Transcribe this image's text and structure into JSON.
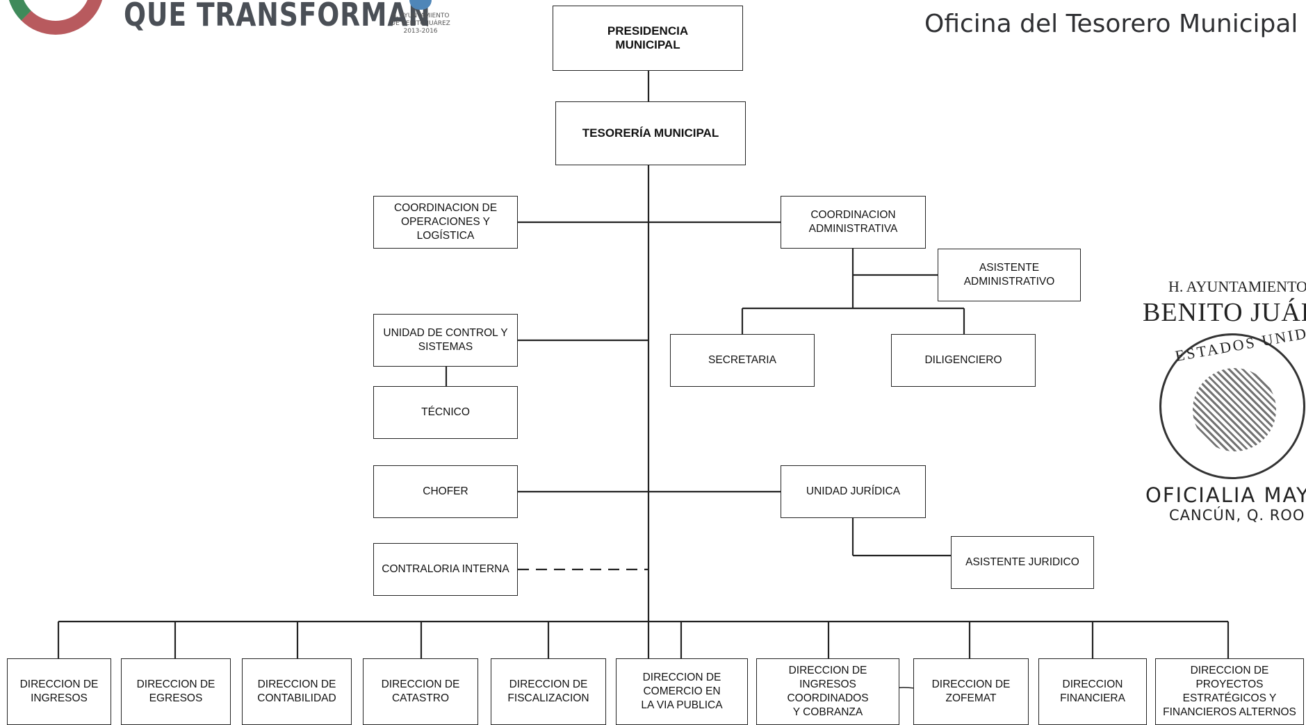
{
  "header": {
    "logo_text": "QUE TRANSFORMAN",
    "ayuntamiento_small": [
      "H. AYUNTAMIENTO",
      "DE BENITO JUÁREZ",
      "2013-2016"
    ],
    "title": "Oficina del Tesorero Municipal"
  },
  "seal": {
    "line1": "H. AYUNTAMIENTO",
    "line2": "BENITO JUÁR",
    "arc_text": "ESTADOS UNIDOS MEXICANOS",
    "line3": "OFICIALIA MAYO",
    "line4": "CANCÚN, Q. ROO"
  },
  "org": {
    "presidencia": "PRESIDENCIA\nMUNICIPAL",
    "tesoreria": "TESORERÍA MUNICIPAL",
    "coord_operaciones": "COORDINACION DE\nOPERACIONES Y\nLOGÍSTICA",
    "coord_administrativa": "COORDINACION\nADMINISTRATIVA",
    "asistente_administrativo": "ASISTENTE\nADMINISTRATIVO",
    "secretaria": "SECRETARIA",
    "diligenciero": "DILIGENCIERO",
    "unidad_control": "UNIDAD DE CONTROL Y\nSISTEMAS",
    "tecnico": "TÉCNICO",
    "chofer": "CHOFER",
    "unidad_juridica": "UNIDAD JURÍDICA",
    "asistente_juridico": "ASISTENTE JURIDICO",
    "contraloria": "CONTRALORIA INTERNA",
    "direcciones": [
      "DIRECCION DE\nINGRESOS",
      "DIRECCION DE\nEGRESOS",
      "DIRECCION DE\nCONTABILIDAD",
      "DIRECCION DE\nCATASTRO",
      "DIRECCION DE\nFISCALIZACION",
      "DIRECCION DE\nCOMERCIO EN\nLA VIA PUBLICA",
      "DIRECCION DE\nINGRESOS\nCOORDINADOS\nY COBRANZA",
      "DIRECCION DE\nZOFEMAT",
      "DIRECCION\nFINANCIERA",
      "DIRECCION DE\nPROYECTOS\nESTRATÉGICOS Y\nFINANCIEROS ALTERNOS"
    ]
  },
  "colors": {
    "line": "#222222",
    "logo_green": "#3f8a5a",
    "logo_red": "#b85a5e",
    "logo_blue": "#4f86b8"
  }
}
